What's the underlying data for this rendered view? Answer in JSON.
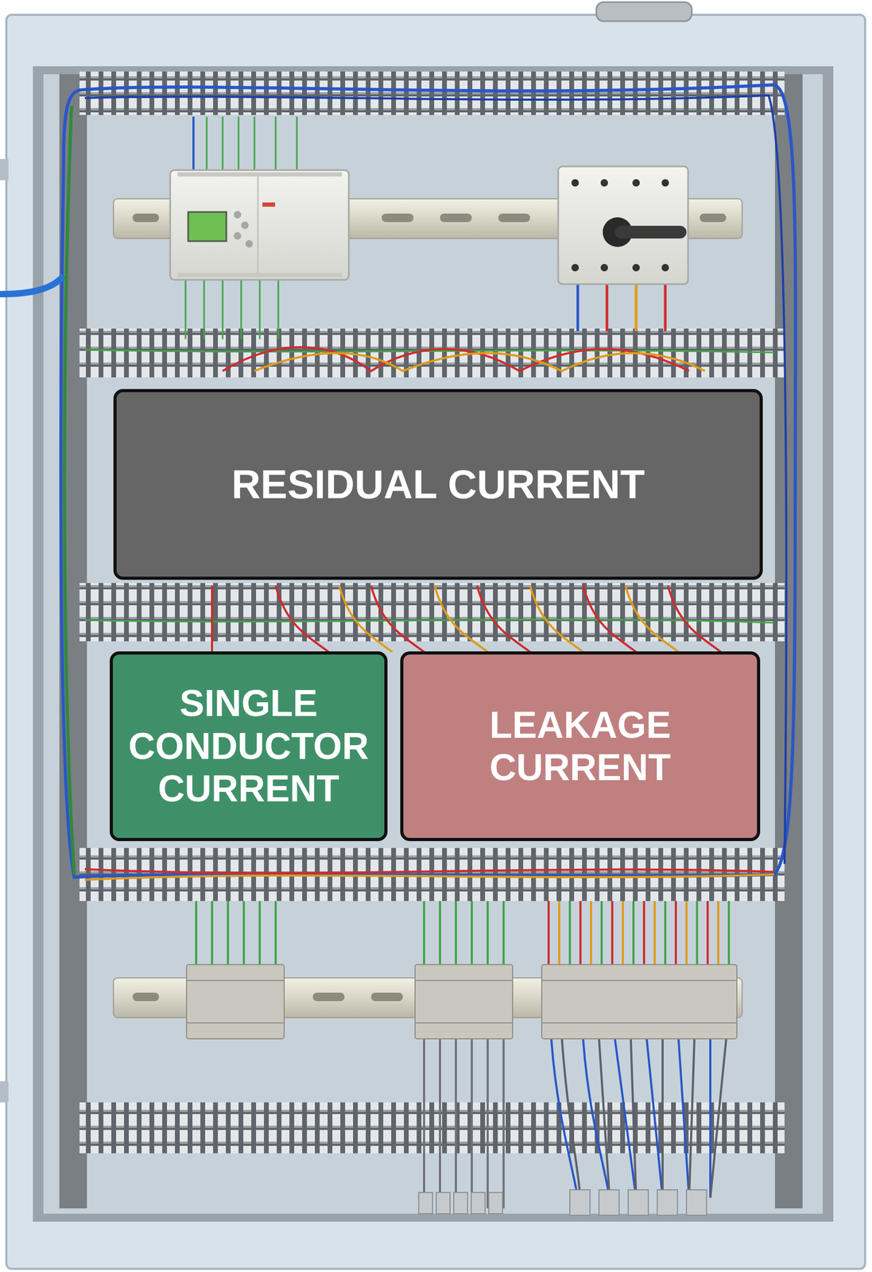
{
  "diagram": {
    "nodes": [
      {
        "text": [
          "RESIDUAL CURRENT"
        ]
      },
      {
        "text": [
          "SINGLE CONDUCTOR CURRENT"
        ]
      },
      {
        "text": [
          "LEAKAGE CURRENT"
        ]
      }
    ]
  }
}
